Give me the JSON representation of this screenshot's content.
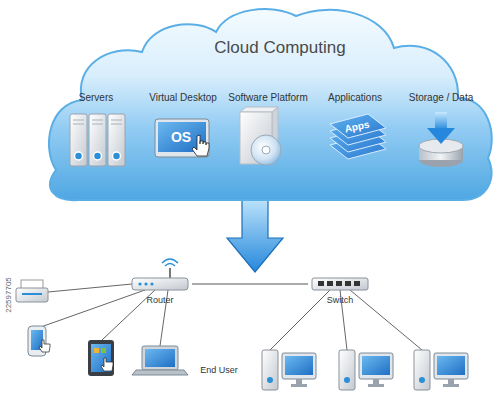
{
  "diagram": {
    "nodes": [
      {
        "text": [
          "Cloud Computing"
        ]
      },
      {
        "text": [
          "Servers"
        ],
        "in": 0
      },
      {
        "text": [
          "Virtual Desktop",
          "OS"
        ],
        "in": 0
      },
      {
        "text": [
          "Software Platform"
        ],
        "in": 0
      },
      {
        "text": [
          "Applications",
          "Apps"
        ],
        "in": 0
      },
      {
        "text": [
          "Storage / Data"
        ],
        "in": 0
      },
      {
        "text": [
          "Router"
        ]
      },
      {
        "text": [
          "Switch"
        ]
      }
    ],
    "edges": [
      {
        "from": 6,
        "to": 7,
        "arrow": "none"
      }
    ],
    "labels": [
      "End User",
      "22597705"
    ]
  }
}
